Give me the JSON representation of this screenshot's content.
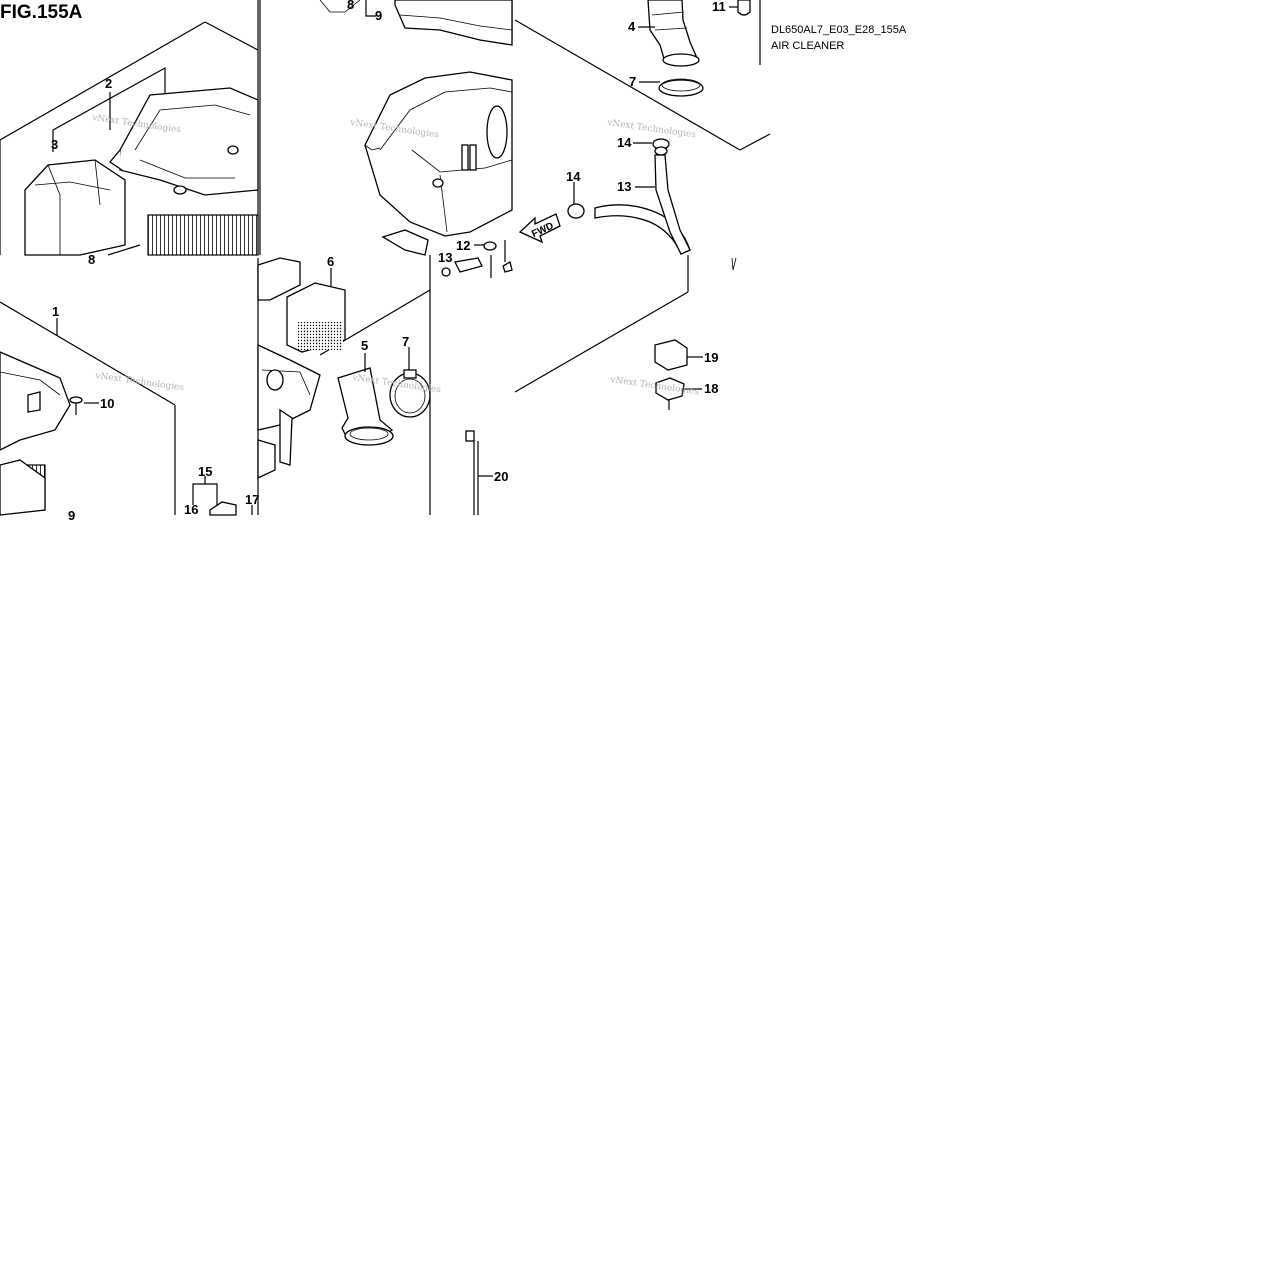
{
  "figure": {
    "title": "FIG.155A",
    "code": "DL650AL7_E03_E28_155A",
    "name": "AIR CLEANER"
  },
  "direction_label": "FWD",
  "watermark": "vNext Technologies",
  "callouts": {
    "c1": "1",
    "c2": "2",
    "c3": "3",
    "c4": "4",
    "c5": "5",
    "c6": "6",
    "c7a": "7",
    "c7b": "7",
    "c8": "8",
    "c9": "9",
    "c10": "10",
    "c11": "11",
    "c12": "12",
    "c13": "13",
    "c14a": "14",
    "c14b": "14",
    "c15": "15",
    "c16": "16",
    "c17": "17",
    "c18": "18",
    "c19": "19",
    "c20": "20"
  },
  "colors": {
    "ink": "#000000",
    "watermark": "#b5b5b5",
    "paper": "#ffffff"
  }
}
